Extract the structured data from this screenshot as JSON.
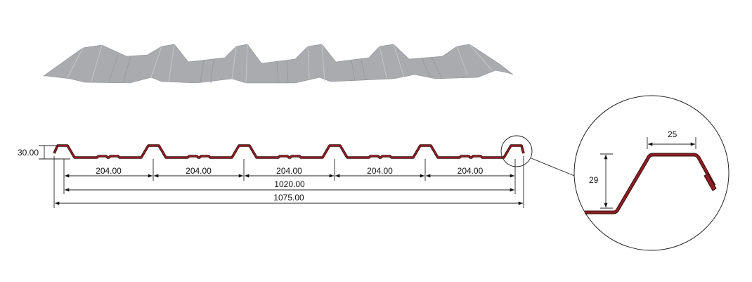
{
  "title": "Trapezoidal roof sheet profile",
  "colors": {
    "profile": "#8b1f24",
    "sheet": "#a9abae",
    "line": "#222222"
  },
  "dimensions": {
    "height": "30.00",
    "pitches": [
      "204.00",
      "204.00",
      "204.00",
      "204.00",
      "204.00"
    ],
    "effective_width": "1020.00",
    "total_width": "1075.00"
  },
  "detail": {
    "rib_height": "29",
    "rib_top_width": "25"
  }
}
